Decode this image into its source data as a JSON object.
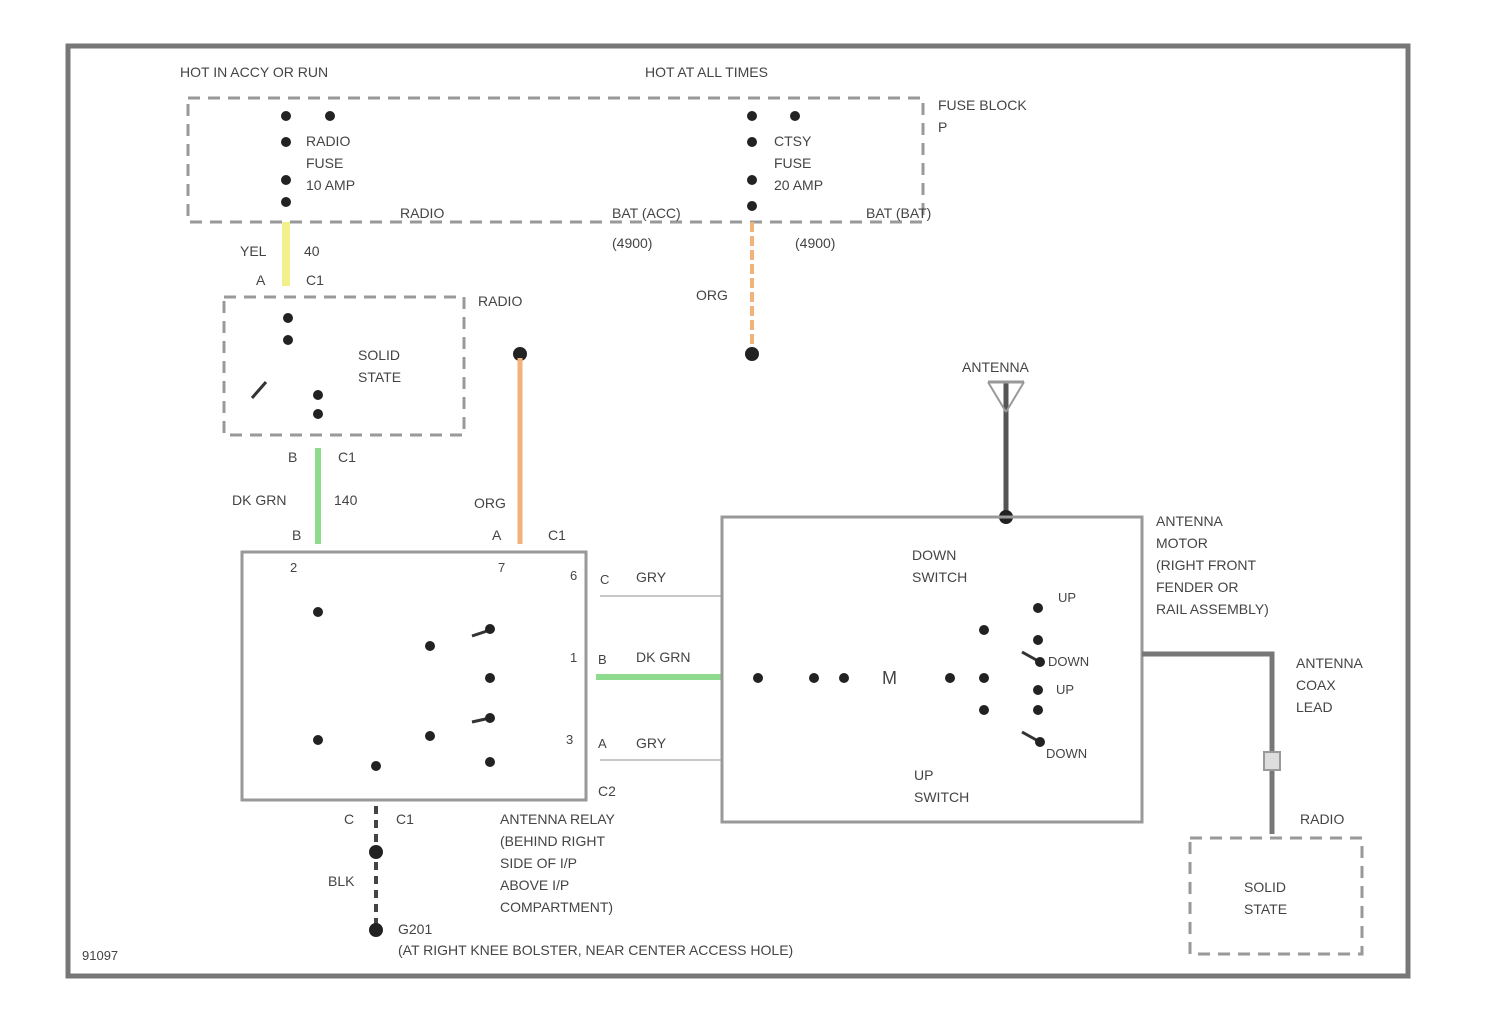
{
  "labels": {
    "hot_in_acc": "HOT IN ACCY OR RUN",
    "hot_all": "HOT AT ALL TIMES",
    "fuse_block": "FUSE BLOCK",
    "fuse_block_suffix": "P",
    "radio_fuse_1": "RADIO",
    "radio_fuse_2": "FUSE",
    "radio_fuse_3": "10 AMP",
    "ctsy_fuse_1": "CTSY",
    "ctsy_fuse_2": "FUSE",
    "ctsy_fuse_3": "20 AMP",
    "radio_bus": "RADIO",
    "bat_acc_1": "BAT (ACC)",
    "bat_acc_2": "(4900)",
    "bat_bat_1": "BAT (BAT)",
    "bat_bat_2": "(4900)",
    "wire_yel": "YEL",
    "wire_yel_num": "40",
    "conn_a_c1": "A",
    "conn_c1": "C1",
    "radio_top": "RADIO",
    "ss_1": "SOLID",
    "ss_2": "STATE",
    "wire_org": "ORG",
    "conn_b_c1": "B",
    "wire_dkgrn": "DK GRN",
    "wire_dkgrn_num": "140",
    "conn_b": "B",
    "wire_org2": "ORG",
    "conn_a": "A",
    "conn_c1b": "C1",
    "relay_pin2": "2",
    "relay_pin7": "7",
    "relay_pin6": "6",
    "relay_pin1": "1",
    "relay_pin3": "3",
    "pin_c": "C",
    "wire_gry1": "GRY",
    "pin_b": "B",
    "wire_dkgrn2": "DK GRN",
    "pin_a": "A",
    "wire_gry2": "GRY",
    "conn_c2": "C2",
    "relay_c": "C",
    "relay_c1": "C1",
    "relay_name_1": "ANTENNA RELAY",
    "relay_name_2": "(BEHIND RIGHT",
    "relay_name_3": "SIDE OF I/P",
    "relay_name_4": "ABOVE I/P",
    "relay_name_5": "COMPARTMENT)",
    "wire_blk": "BLK",
    "ground_1": "G201",
    "ground_2": "(AT RIGHT KNEE BOLSTER, NEAR CENTER ACCESS HOLE)",
    "antenna": "ANTENNA",
    "down_switch_1": "DOWN",
    "down_switch_2": "SWITCH",
    "sw_up1": "UP",
    "sw_down1": "DOWN",
    "sw_up2": "UP",
    "sw_down2": "DOWN",
    "motor_m": "M",
    "up_switch_1": "UP",
    "up_switch_2": "SWITCH",
    "motor_name_1": "ANTENNA",
    "motor_name_2": "MOTOR",
    "motor_name_3": "(RIGHT FRONT",
    "motor_name_4": "FENDER OR",
    "motor_name_5": "RAIL ASSEMBLY)",
    "coax_1": "ANTENNA",
    "coax_2": "COAX",
    "coax_3": "LEAD",
    "radio_br": "RADIO",
    "ss_br_1": "SOLID",
    "ss_br_2": "STATE",
    "fig_id": "91097"
  },
  "wire_colors": {
    "yellow": "#f2f08a",
    "orange": "#f2b27a",
    "green": "#8edb8e",
    "grey": "#8a8a8a"
  }
}
